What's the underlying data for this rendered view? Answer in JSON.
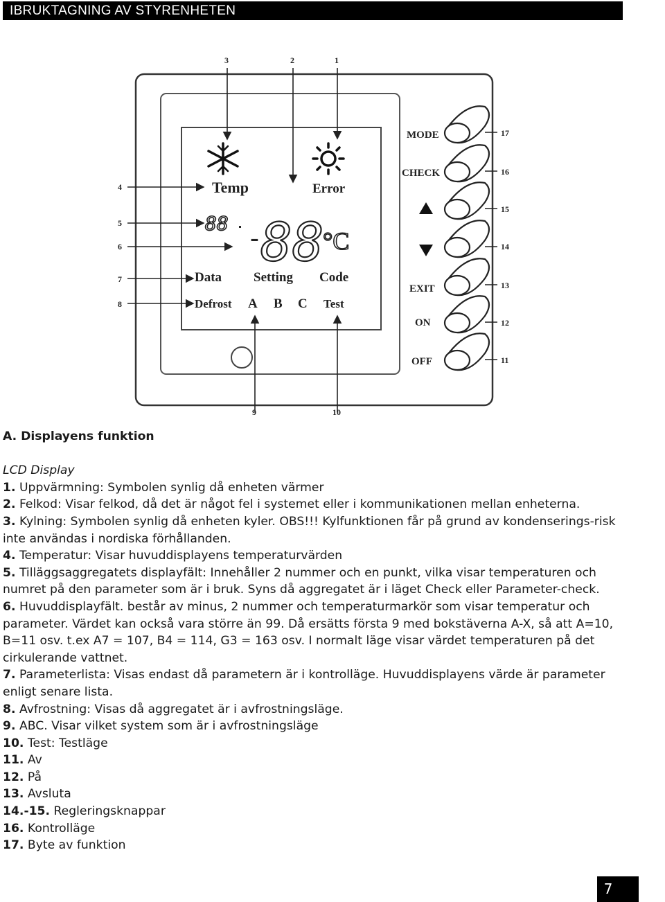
{
  "header": {
    "title": "IBRUKTAGNING AV STYRENHETEN"
  },
  "diagram": {
    "lcd_labels": {
      "temp": "Temp",
      "error": "Error",
      "data": "Data",
      "setting": "Setting",
      "code": "Code",
      "defrost": "Defrost",
      "a": "A",
      "b": "B",
      "c": "C",
      "test": "Test",
      "sub_digits": "88",
      "main_digits": "88",
      "minus": "-",
      "degree_c": "°C"
    },
    "buttons": {
      "mode": "MODE",
      "check": "CHECK",
      "exit": "EXIT",
      "on": "ON",
      "off": "OFF"
    },
    "callouts": {
      "c1": "1",
      "c2": "2",
      "c3": "3",
      "c4": "4",
      "c5": "5",
      "c6": "6",
      "c7": "7",
      "c8": "8",
      "c9": "9",
      "c10": "10",
      "c11": "11",
      "c12": "12",
      "c13": "13",
      "c14": "14",
      "c15": "15",
      "c16": "16",
      "c17": "17"
    }
  },
  "content": {
    "section_heading": "A. Displayens funktion",
    "lcd_heading": "LCD Display",
    "items": [
      {
        "num": "1.",
        "text": " Uppvärmning: Symbolen synlig då enheten värmer"
      },
      {
        "num": "2.",
        "text": " Felkod: Visar felkod, då det är något fel i systemet eller i kommunikationen mellan enheterna."
      },
      {
        "num": "3.",
        "text": " Kylning: Symbolen synlig då enheten kyler.  OBS!!! Kylfunktionen får på grund av kondenserings-risk inte användas i nordiska förhållanden."
      },
      {
        "num": "4.",
        "text": " Temperatur: Visar huvuddisplayens temperaturvärden"
      },
      {
        "num": "5.",
        "text": " Tilläggsaggregatets displayfält: Innehåller 2 nummer och en punkt, vilka visar temperaturen och numret på den parameter som är i bruk. Syns då aggregatet är i läget Check eller Parameter-check."
      },
      {
        "num": "6.",
        "text": " Huvuddisplayfält. består av minus, 2 nummer och temperaturmarkör som visar temperatur och parameter. Värdet kan också vara större än 99. Då ersätts första 9 med bokstäverna A-X, så att A=10, B=11 osv. t.ex A7 = 107, B4 = 114, G3 = 163 osv. I normalt läge visar värdet  temperaturen på det cirkulerande vattnet."
      },
      {
        "num": "7.",
        "text": " Parameterlista: Visas endast då parametern är i kontrolläge. Huvuddisplayens värde är parameter enligt senare lista."
      },
      {
        "num": "8.",
        "text": " Avfrostning: Visas då aggregatet  är i avfrostningsläge."
      },
      {
        "num": "9.",
        "text": " ABC. Visar vilket system som är i avfrostningsläge"
      },
      {
        "num": "10.",
        "text": " Test: Testläge"
      },
      {
        "num": "11.",
        "text": " Av"
      },
      {
        "num": "12.",
        "text": " På"
      },
      {
        "num": "13.",
        "text": " Avsluta"
      },
      {
        "num": "14.-15.",
        "text": " Regleringsknappar"
      },
      {
        "num": "16.",
        "text": " Kontrolläge"
      },
      {
        "num": "17.",
        "text": " Byte av funktion"
      }
    ]
  },
  "footer": {
    "page_number": "7"
  }
}
